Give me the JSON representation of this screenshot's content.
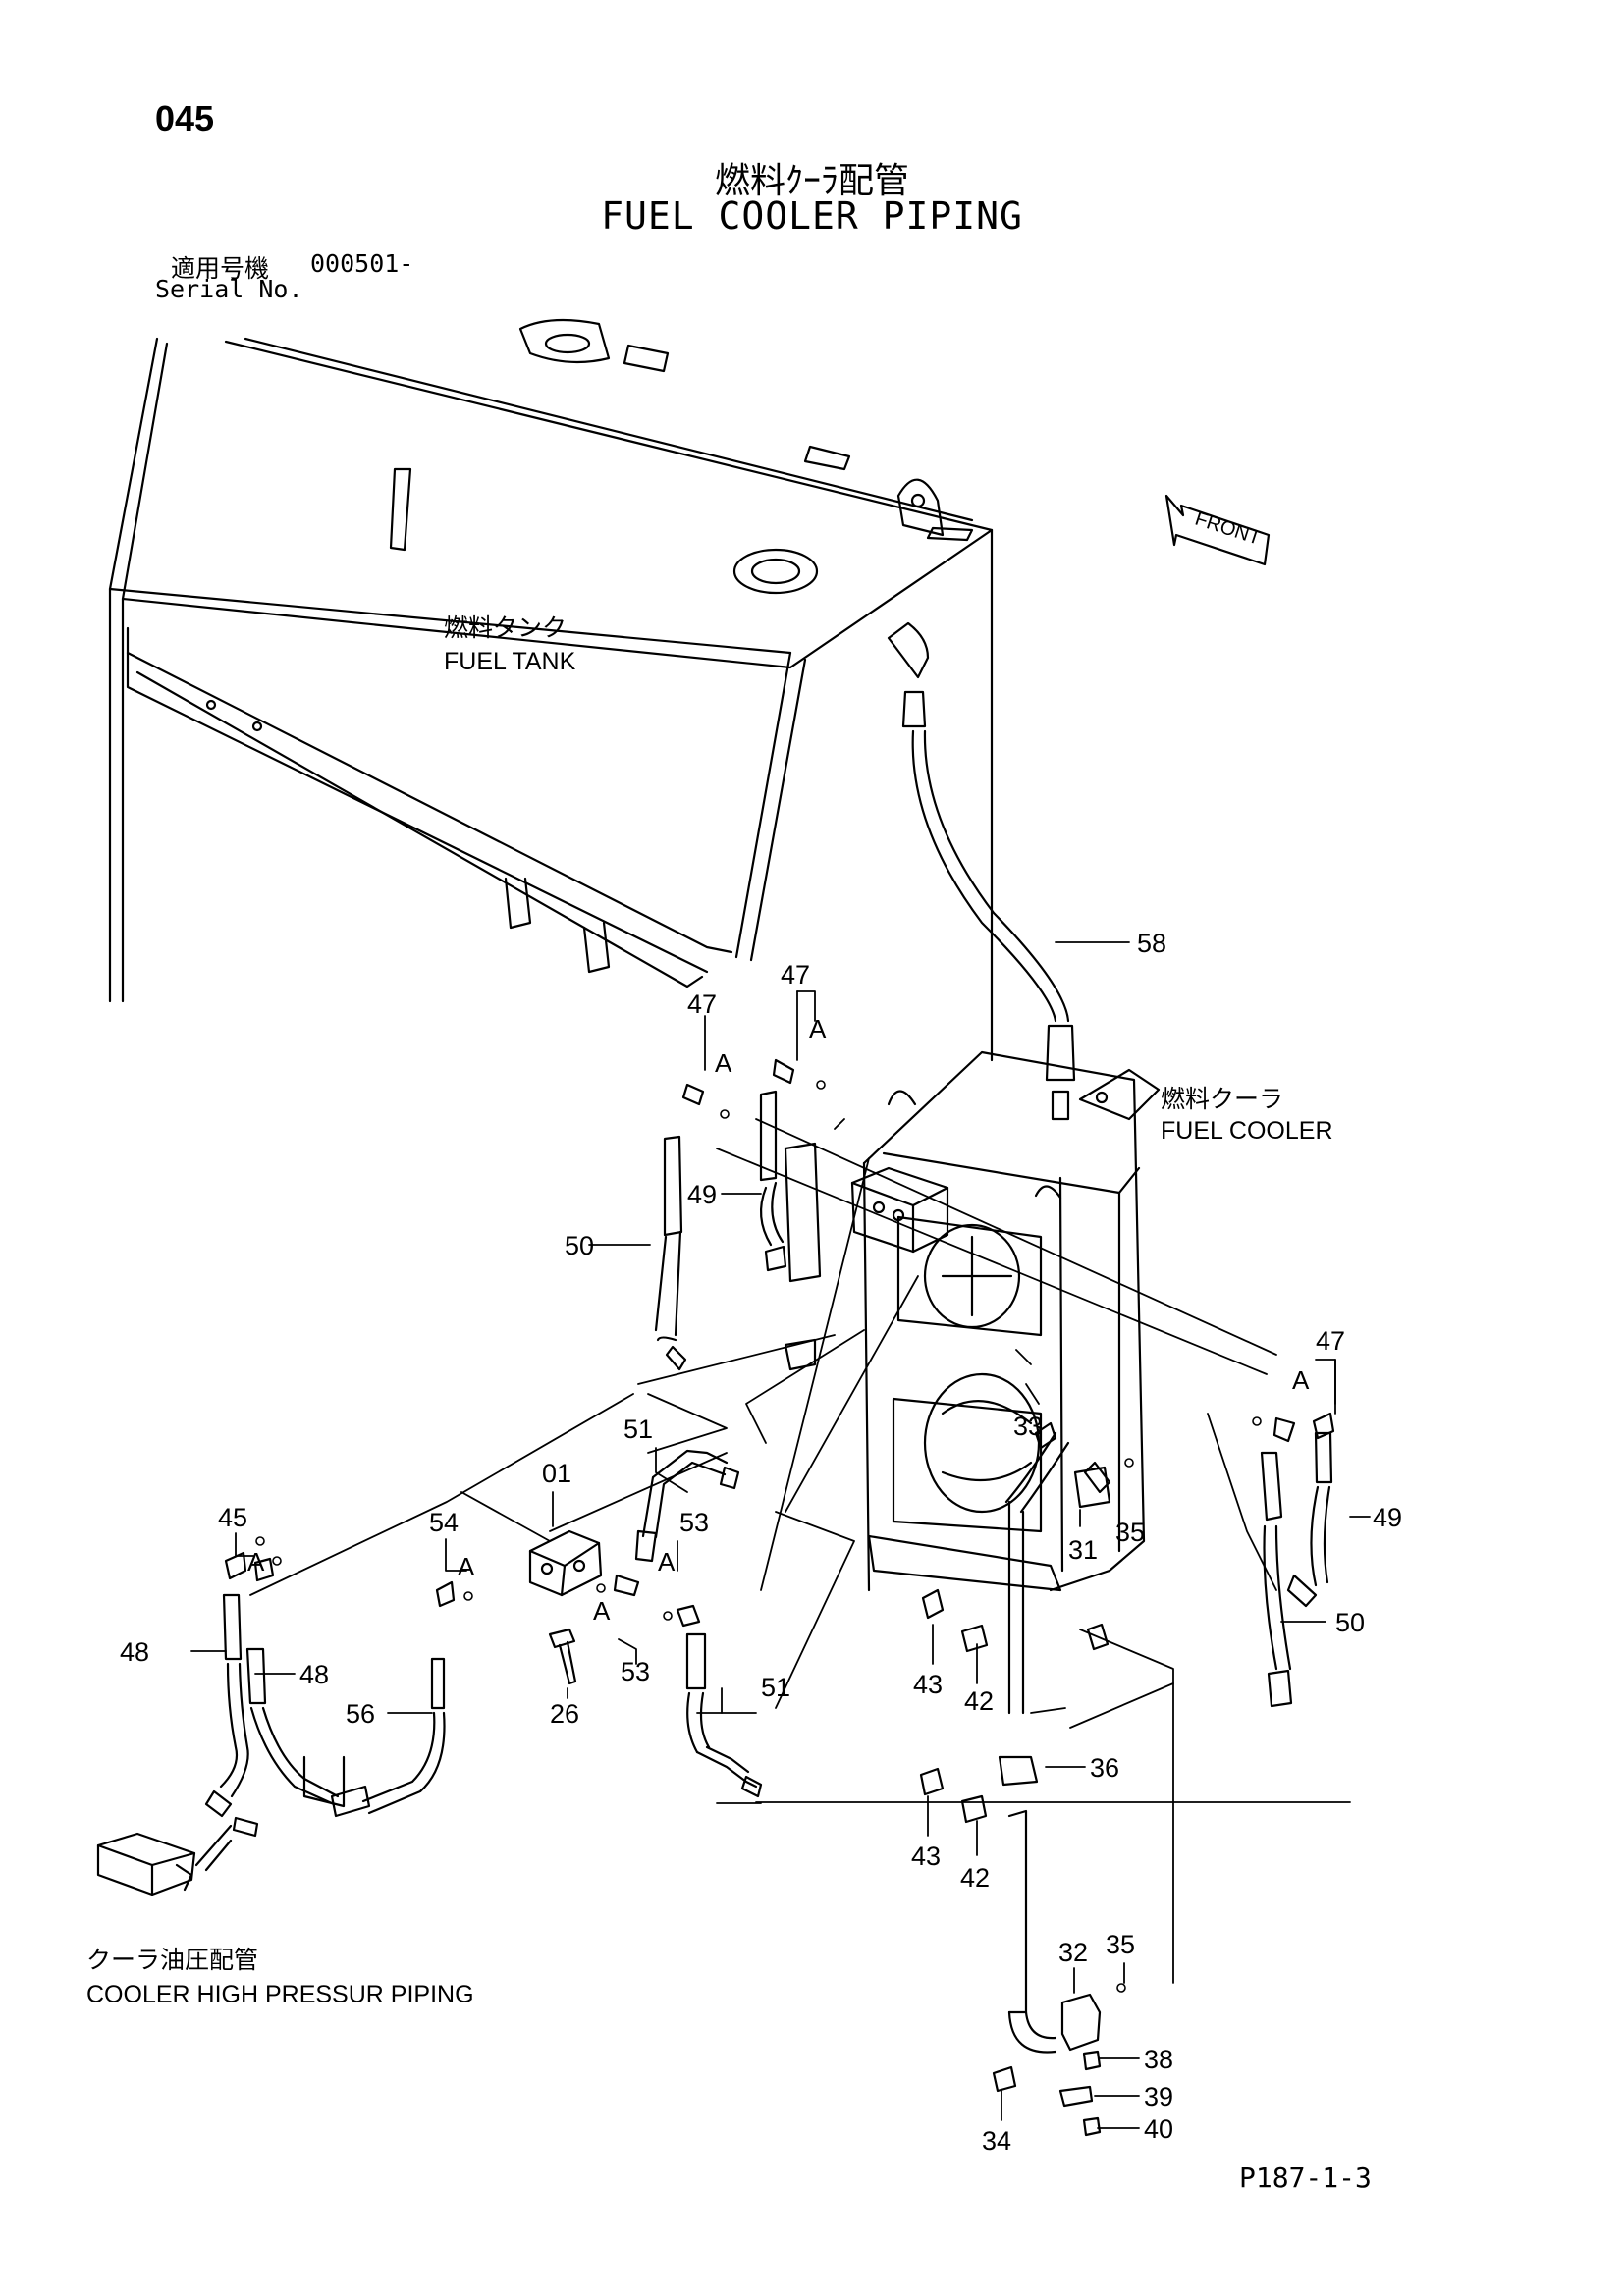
{
  "page": {
    "number": "045",
    "footer_code": "P187-1-3"
  },
  "title": {
    "japanese": "燃料ｸｰﾗ配管",
    "english": "FUEL COOLER PIPING"
  },
  "serial": {
    "japanese_label": "適用号機",
    "value": "000501-",
    "english_label": "Serial No."
  },
  "components": {
    "fuel_tank": {
      "japanese": "燃料タンク",
      "english": "FUEL TANK"
    },
    "fuel_cooler": {
      "japanese": "燃料クーラ",
      "english": "FUEL COOLER"
    },
    "cooler_hp_piping": {
      "japanese": "クーラ油圧配管",
      "english": "COOLER HIGH PRESSUR PIPING"
    },
    "front_arrow": "FRONT"
  },
  "callouts": {
    "c58": "58",
    "c47a": "47",
    "c47b": "47",
    "c47c": "47",
    "c49a": "49",
    "c49b": "49",
    "c50a": "50",
    "c50b": "50",
    "c51a": "51",
    "c51b": "51",
    "c01": "01",
    "c53a": "53",
    "c53b": "53",
    "c54": "54",
    "c45": "45",
    "c48a": "48",
    "c48b": "48",
    "c56": "56",
    "c26": "26",
    "c33": "33",
    "c31": "31",
    "c35a": "35",
    "c35b": "35",
    "c43a": "43",
    "c43b": "43",
    "c42a": "42",
    "c42b": "42",
    "c36": "36",
    "c32": "32",
    "c38": "38",
    "c39": "39",
    "c40": "40",
    "c34": "34"
  },
  "detail_marks": {
    "a1": "A",
    "a2": "A",
    "a3": "A",
    "a4": "A",
    "a5": "A",
    "a6": "A",
    "a7": "A"
  }
}
